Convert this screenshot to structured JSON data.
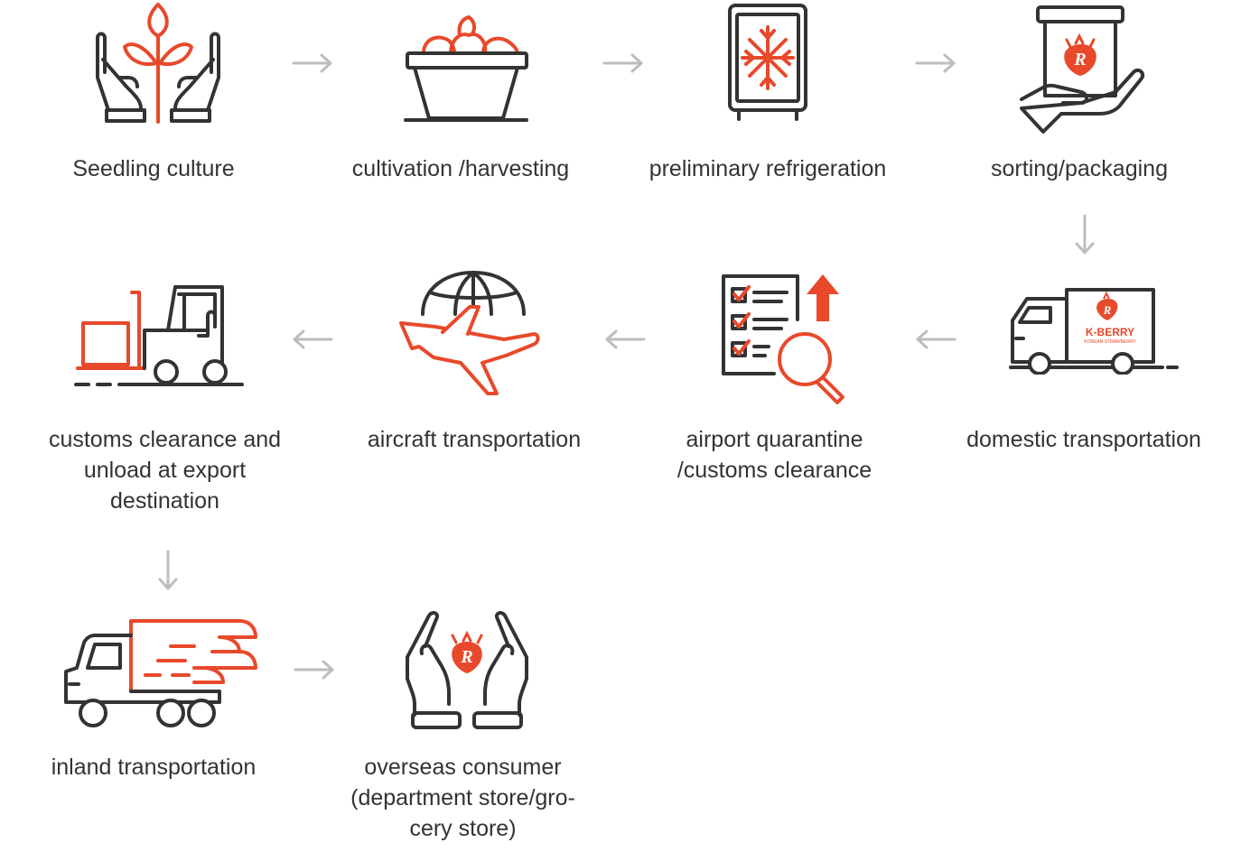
{
  "colors": {
    "accent": "#e8492a",
    "dark": "#333333",
    "arrow": "#bdbdbd"
  },
  "steps": {
    "s1": {
      "label": "Seedling culture",
      "icon": "plant-in-hands-icon"
    },
    "s2": {
      "label": "cultivation /harvesting",
      "icon": "fruit-basket-icon"
    },
    "s3": {
      "label": "preliminary refrigeration",
      "icon": "refrigerator-snowflake-icon"
    },
    "s4": {
      "label": "sorting/packaging",
      "icon": "package-in-hand-icon"
    },
    "s5": {
      "label": "domestic transportation",
      "icon": "kberry-truck-icon"
    },
    "s6": {
      "label": "airport quarantine\n/customs clearance",
      "icon": "checklist-magnifier-icon"
    },
    "s7": {
      "label": "aircraft transportation",
      "icon": "airplane-globe-icon"
    },
    "s8": {
      "label": "customs clearance and\nunload at export\ndestination",
      "icon": "forklift-icon"
    },
    "s9": {
      "label": "inland transportation",
      "icon": "fast-truck-icon"
    },
    "s10": {
      "label": "overseas consumer\n(department store/gro-\ncery store)",
      "icon": "hands-strawberry-icon"
    }
  },
  "logo": {
    "brand": "K-BERRY",
    "tagline": "KOREAN STRAWBERRY",
    "mark": "R"
  }
}
